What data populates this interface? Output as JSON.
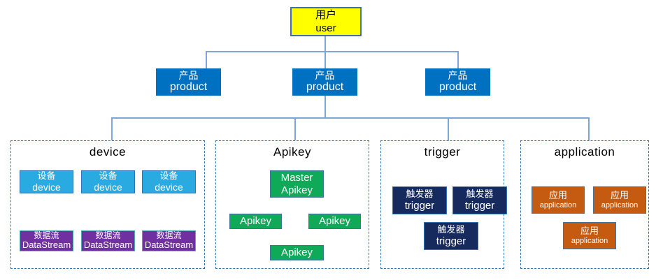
{
  "diagram": {
    "user": {
      "zh": "用户",
      "en": "user"
    },
    "products": [
      {
        "zh": "产品",
        "en": "product"
      },
      {
        "zh": "产品",
        "en": "product"
      },
      {
        "zh": "产品",
        "en": "product"
      }
    ],
    "device_group": {
      "title": "device",
      "devices": [
        {
          "zh": "设备",
          "en": "device"
        },
        {
          "zh": "设备",
          "en": "device"
        },
        {
          "zh": "设备",
          "en": "device"
        }
      ],
      "datastreams": [
        {
          "zh": "数据流",
          "en": "DataStream"
        },
        {
          "zh": "数据流",
          "en": "DataStream"
        },
        {
          "zh": "数据流",
          "en": "DataStream"
        }
      ]
    },
    "apikey_group": {
      "title": "Apikey",
      "master": {
        "line1": "Master",
        "line2": "Apikey"
      },
      "keys": [
        "Apikey",
        "Apikey",
        "Apikey"
      ]
    },
    "trigger_group": {
      "title": "trigger",
      "triggers": [
        {
          "zh": "触发器",
          "en": "trigger"
        },
        {
          "zh": "触发器",
          "en": "trigger"
        },
        {
          "zh": "触发器",
          "en": "trigger"
        }
      ]
    },
    "application_group": {
      "title": "application",
      "applications": [
        {
          "zh": "应用",
          "en": "application"
        },
        {
          "zh": "应用",
          "en": "application"
        },
        {
          "zh": "应用",
          "en": "application"
        }
      ]
    },
    "colors": {
      "user_bg": "#FFFF00",
      "product_bg": "#0070C0",
      "device_bg": "#29ABE2",
      "datastream_bg": "#7030A0",
      "apikey_bg": "#0FA958",
      "trigger_bg": "#162A5E",
      "application_bg": "#C55A11",
      "connector": "#7CA6DB",
      "group_border": "#2E75B6"
    }
  }
}
